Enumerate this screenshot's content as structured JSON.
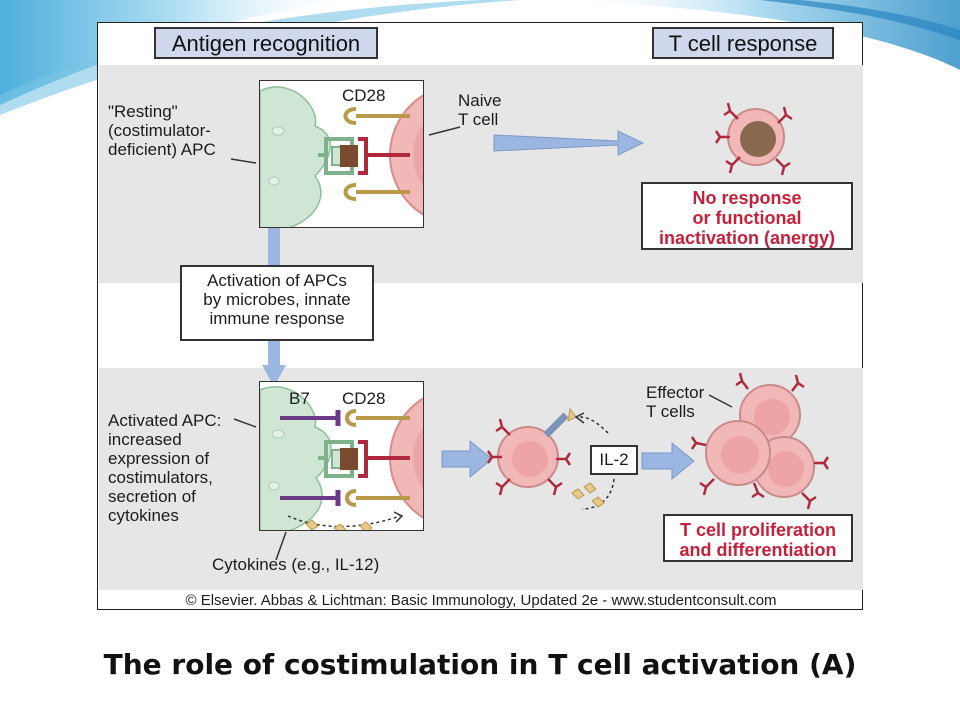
{
  "headers": {
    "antigen_recognition": "Antigen recognition",
    "t_cell_response": "T cell response"
  },
  "top_row": {
    "resting_apc_label": "\"Resting\"\n(costimulator-\ndeficient) APC",
    "cd28_label": "CD28",
    "naive_t_cell_label": "Naive\nT cell",
    "outcome": "No response\nor functional\ninactivation (anergy)"
  },
  "middle_box": "Activation of APCs\nby microbes, innate\nimmune response",
  "bottom_row": {
    "activated_apc_label": "Activated APC:\nincreased\nexpression of\ncostimulators,\nsecretion of\ncytokines",
    "b7_label": "B7",
    "cd28_label": "CD28",
    "cytokines_label": "Cytokines (e.g., IL-12)",
    "il2_label": "IL-2",
    "effector_label": "Effector\nT cells",
    "outcome": "T cell proliferation\nand differentiation"
  },
  "copyright": "© Elsevier. Abbas & Lichtman: Basic Immunology, Updated 2e - www.studentconsult.com",
  "caption": "The role of costimulation in T cell activation (A)",
  "colors": {
    "apc": "#cfe6d4",
    "t_cell": "#f2b7b7",
    "tcr": "#b0283c",
    "cd28": "#b89a4a",
    "b7": "#6a3a86",
    "arrow": "#9bb6e0",
    "outcome_text": "#c8203a"
  }
}
